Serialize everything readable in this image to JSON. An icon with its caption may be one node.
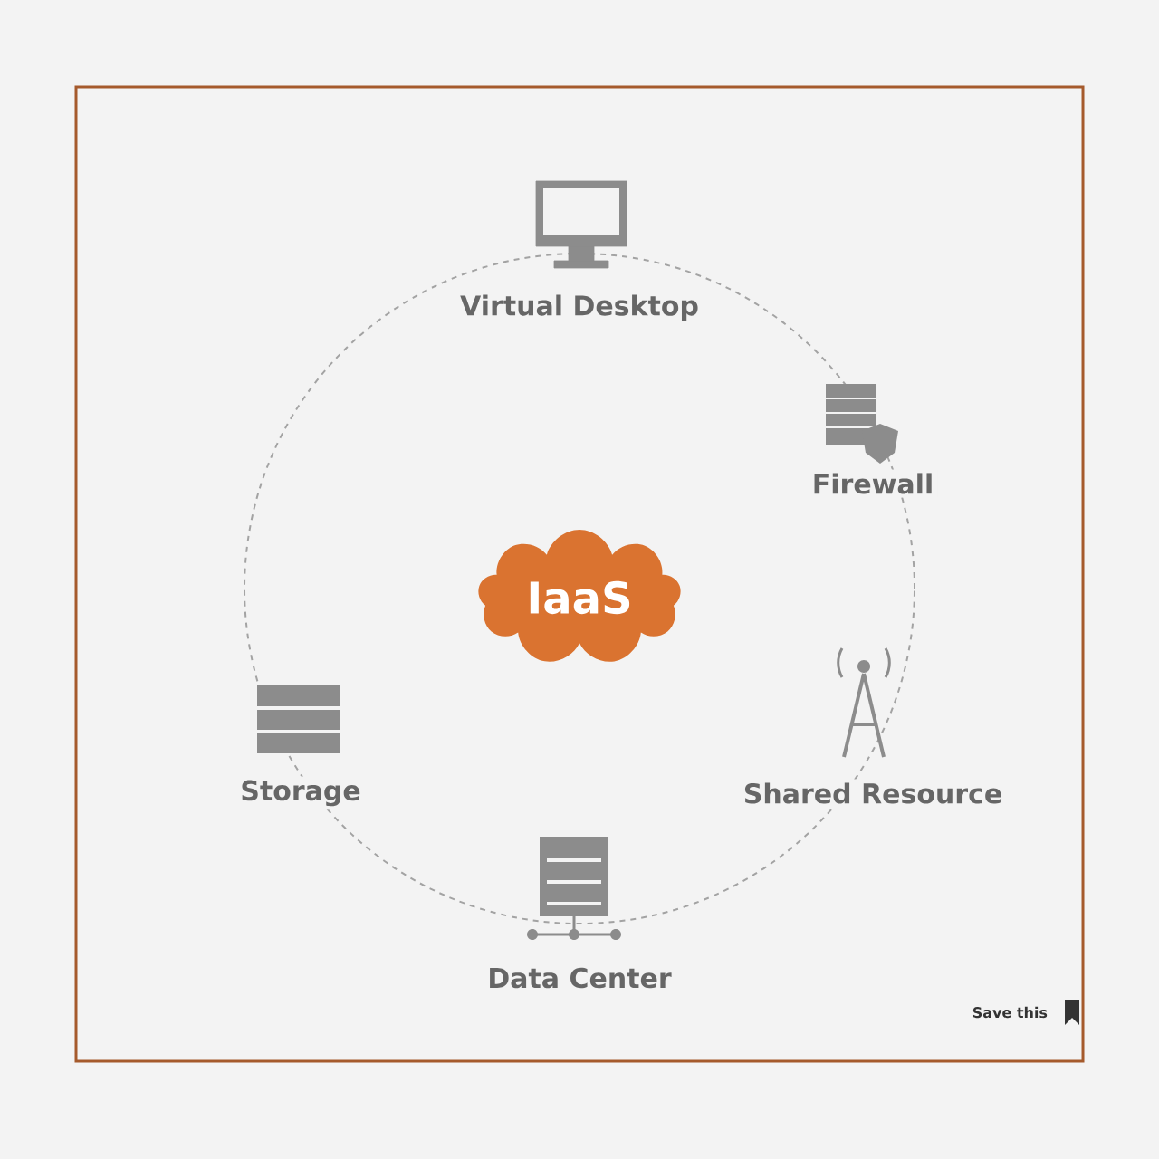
{
  "diagram": {
    "nodes": [
      {
        "text": [
          "IaaS"
        ]
      },
      {
        "text": [
          "Virtual Desktop"
        ]
      },
      {
        "text": [
          "Firewall"
        ]
      },
      {
        "text": [
          "Shared Resource"
        ]
      },
      {
        "text": [
          "Data Center"
        ]
      },
      {
        "text": [
          "Storage"
        ]
      }
    ],
    "labels": [
      "Save this"
    ]
  }
}
